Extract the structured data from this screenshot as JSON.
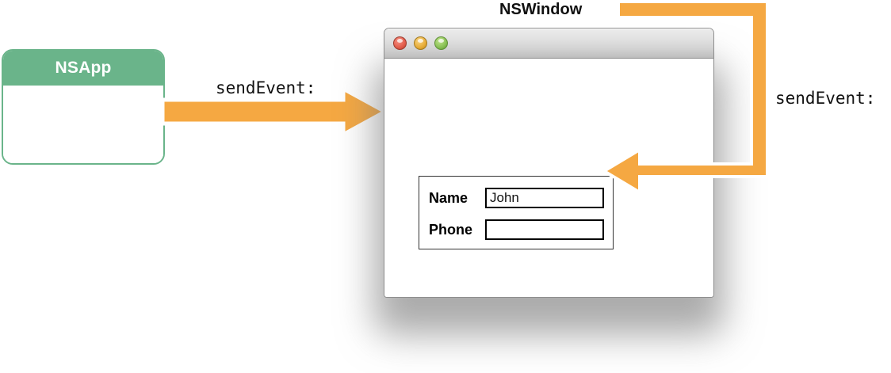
{
  "diagram": {
    "title_label": "NSWindow",
    "nsapp": {
      "header_label": "NSApp"
    },
    "messages": {
      "app_to_window": "sendEvent:",
      "window_to_field": "sendEvent:"
    },
    "window": {
      "traffic_lights": [
        {
          "name": "close",
          "color": "#e15b4a"
        },
        {
          "name": "minimize",
          "color": "#e6ab35"
        },
        {
          "name": "zoom",
          "color": "#86bf52"
        }
      ],
      "form": {
        "rows": [
          {
            "label": "Name",
            "value": "John"
          },
          {
            "label": "Phone",
            "value": ""
          }
        ]
      }
    },
    "colors": {
      "accent_orange": "#f5a842",
      "nsapp_green": "#6ab48a",
      "arrow_outline": "#ffffff",
      "text": "#111111"
    }
  }
}
